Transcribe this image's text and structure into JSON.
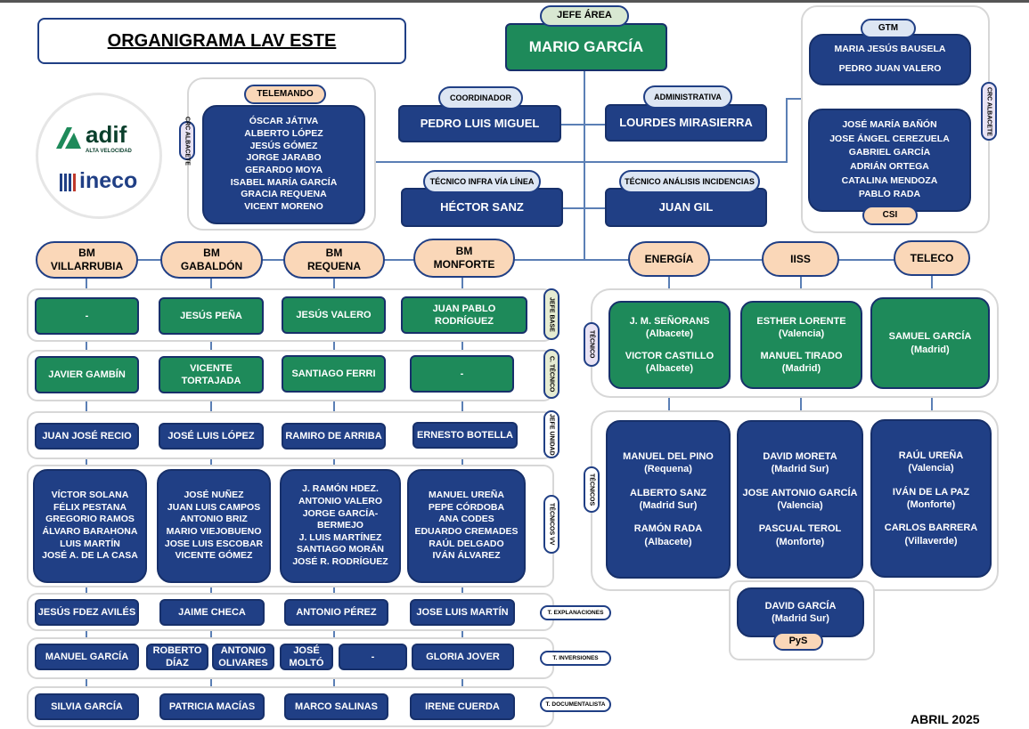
{
  "title": "ORGANIGRAMA LAV ESTE",
  "date": "ABRIL 2025",
  "logos": {
    "adif": "adif",
    "adif_sub": "ALTA VELOCIDAD",
    "ineco": "ineco"
  },
  "jefe_area": {
    "label": "JEFE ÁREA",
    "name": "MARIO GARCÍA"
  },
  "coordinador": {
    "label": "COORDINADOR",
    "name": "PEDRO LUIS MIGUEL"
  },
  "administrativa": {
    "label": "ADMINISTRATIVA",
    "name": "LOURDES MIRASIERRA"
  },
  "tec_infra": {
    "label": "TÉCNICO INFRA VÍA LÍNEA",
    "name": "HÉCTOR SANZ"
  },
  "tec_analisis": {
    "label": "TÉCNICO ANÁLISIS INCIDENCIAS",
    "name": "JUAN GIL"
  },
  "telemando": {
    "label": "TELEMANDO",
    "side": "CRC ALBACETE",
    "people": [
      "ÓSCAR JÁTIVA",
      "ALBERTO LÓPEZ",
      "JESÚS GÓMEZ",
      "JORGE JARABO",
      "GERARDO MOYA",
      "ISABEL MARÍA GARCÍA",
      "GRACIA REQUENA",
      "VICENT MORENO"
    ]
  },
  "gtm": {
    "label": "GTM",
    "people": [
      "MARIA JESÚS BAUSELA",
      "PEDRO JUAN VALERO"
    ]
  },
  "csi": {
    "label": "CSI",
    "side": "CRC ALBACETE",
    "people": [
      "JOSÉ MARÍA BAÑÓN",
      "JOSE ÁNGEL CEREZUELA",
      "GABRIEL GARCÍA",
      "ADRIÁN ORTEGA",
      "CATALINA MENDOZA",
      "PABLO RADA"
    ]
  },
  "bases": [
    {
      "l1": "BM",
      "l2": "VILLARRUBIA"
    },
    {
      "l1": "BM",
      "l2": "GABALDÓN"
    },
    {
      "l1": "BM",
      "l2": "REQUENA"
    },
    {
      "l1": "BM",
      "l2": "MONFORTE"
    }
  ],
  "row_labels": {
    "jefe_base": "JEFE BASE",
    "c_tecnico": "C. TÉCNICO",
    "jefe_unidad": "JEFE UNIDAD",
    "tecnicos_vv": "TÉCNICOS VV",
    "explanaciones": "T. EXPLANACIONES",
    "inversiones": "T. INVERSIONES",
    "documentalista": "T. DOCUMENTALISTA"
  },
  "jefe_base": [
    "-",
    "JESÚS PEÑA",
    "JESÚS VALERO",
    "JUAN PABLO RODRÍGUEZ"
  ],
  "c_tecnico": [
    "JAVIER GAMBÍN",
    "VICENTE TORTAJADA",
    "SANTIAGO FERRI",
    "-"
  ],
  "jefe_unidad": [
    "JUAN JOSÉ RECIO",
    "JOSÉ LUIS LÓPEZ",
    "RAMIRO DE ARRIBA",
    "ERNESTO BOTELLA"
  ],
  "tecnicos_vv": [
    [
      "VÍCTOR SOLANA",
      "FÉLIX PESTANA",
      "GREGORIO RAMOS",
      "ÁLVARO BARAHONA",
      "LUIS MARTÍN",
      "JOSÉ A. DE LA CASA"
    ],
    [
      "JOSÉ NUÑEZ",
      "JUAN LUIS CAMPOS",
      "ANTONIO BRIZ",
      "MARIO VIEJOBUENO",
      "JOSE LUIS ESCOBAR",
      "VICENTE GÓMEZ"
    ],
    [
      "J. RAMÓN HDEZ.",
      "ANTONIO VALERO",
      "JORGE GARCÍA-BERMEJO",
      "J. LUIS MARTÍNEZ",
      "SANTIAGO MORÁN",
      "JOSÉ R. RODRÍGUEZ"
    ],
    [
      "MANUEL UREÑA",
      "PEPE CÓRDOBA",
      "ANA CODES",
      "EDUARDO CREMADES",
      "RAÚL DELGADO",
      "IVÁN ÁLVAREZ"
    ]
  ],
  "explanaciones": [
    "JESÚS FDEZ AVILÉS",
    "JAIME CHECA",
    "ANTONIO PÉREZ",
    "JOSE LUIS MARTÍN"
  ],
  "inversiones": [
    {
      "l1": "MANUEL GARCÍA",
      "l2": ""
    },
    {
      "l1": "ROBERTO",
      "l2": "DÍAZ"
    },
    {
      "l1": "ANTONIO",
      "l2": "OLIVARES"
    },
    {
      "l1": "JOSÉ",
      "l2": "MOLTÓ"
    },
    {
      "l1": "-",
      "l2": ""
    },
    {
      "l1": "GLORIA JOVER",
      "l2": ""
    }
  ],
  "documentalista": [
    "SILVIA GARCÍA",
    "PATRICIA MACÍAS",
    "MARCO SALINAS",
    "IRENE CUERDA"
  ],
  "instalaciones": {
    "heads": [
      "ENERGÍA",
      "IISS",
      "TELECO"
    ],
    "tecnico_label": "TÉCNICO",
    "tecnicos_label": "TÉCNICOS",
    "tecnico": [
      [
        "J. M. SEÑORANS",
        "(Albacete)",
        "",
        "VICTOR CASTILLO",
        "(Albacete)"
      ],
      [
        "ESTHER LORENTE",
        "(Valencia)",
        "",
        "MANUEL TIRADO",
        "(Madrid)"
      ],
      [
        "SAMUEL GARCÍA",
        "(Madrid)"
      ]
    ],
    "tecnicos": [
      [
        "MANUEL DEL PINO",
        "(Requena)",
        "",
        "ALBERTO SANZ",
        "(Madrid Sur)",
        "",
        "RAMÓN RADA",
        "(Albacete)"
      ],
      [
        "DAVID MORETA",
        "(Madrid Sur)",
        "",
        "JOSE ANTONIO GARCÍA",
        "(Valencia)",
        "",
        "PASCUAL TEROL",
        "(Monforte)"
      ],
      [
        "RAÚL UREÑA",
        "(Valencia)",
        "",
        "IVÁN DE LA PAZ",
        "(Monforte)",
        "",
        "CARLOS BARRERA",
        "(Villaverde)"
      ]
    ],
    "pys": {
      "label": "PyS",
      "people": [
        "DAVID GARCÍA",
        "(Madrid Sur)"
      ]
    }
  }
}
